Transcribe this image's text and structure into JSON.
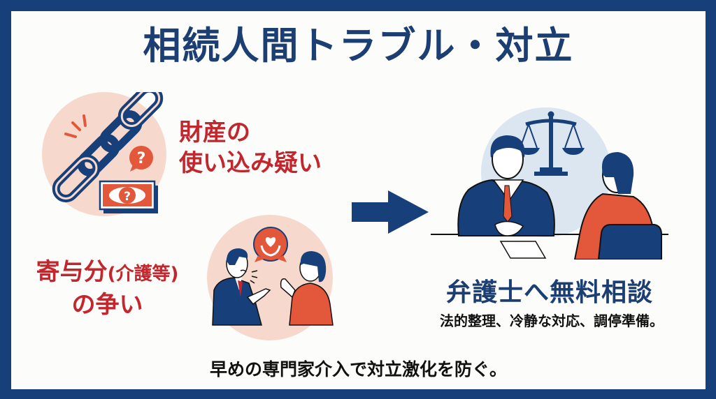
{
  "title": "相続人間トラブル・対立",
  "issues": [
    {
      "line1": "財産の",
      "line2": "使い込み疑い",
      "icon": "broken-chain-money-question-icon"
    },
    {
      "line1_main": "寄与分",
      "line1_paren": "(介護等)",
      "line2": "の争い",
      "icon": "dispute-caregiving-icon"
    }
  ],
  "arrow": "right-arrow-icon",
  "solution": {
    "title": "弁護士へ無料相談",
    "subtitle": "法的整理、冷静な対応、調停準備。",
    "icon": "lawyer-consultation-icon"
  },
  "footer": "早めの専門家介入で対立激化を防ぐ。",
  "colors": {
    "navy": "#17407A",
    "title_navy": "#1B3E73",
    "red": "#C1272D",
    "orange": "#E3573A",
    "peach": "#F6D9CC",
    "light_blue": "#DCE6F0"
  }
}
